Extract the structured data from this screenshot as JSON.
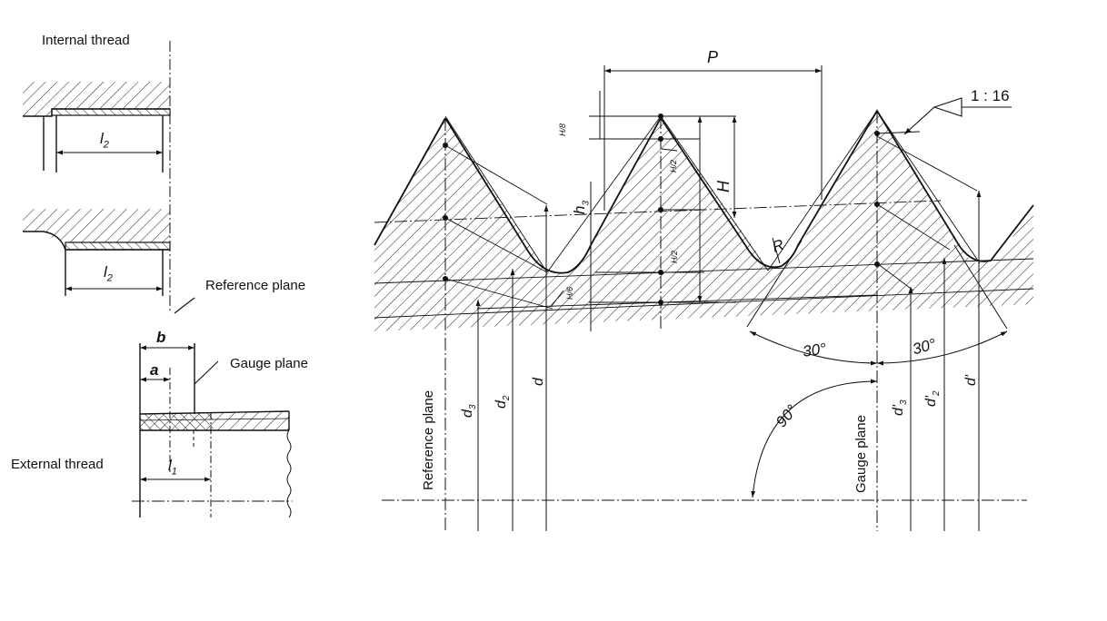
{
  "left": {
    "internal_thread": "Internal thread",
    "external_thread": "External thread",
    "reference_plane": "Reference plane",
    "gauge_plane": "Gauge plane",
    "l2_top": "l",
    "l2_top_sub": "2",
    "l2_bottom": "l",
    "l2_bottom_sub": "2",
    "b": "b",
    "a": "a",
    "l1": "l",
    "l1_sub": "1"
  },
  "profile": {
    "P": "P",
    "taper": "1 : 16",
    "H": "H",
    "H_over_8_num": "H",
    "H_over_8_den": "8",
    "H_over_2_top_num": "H",
    "H_over_2_top_den": "2",
    "H_over_2_num": "H",
    "H_over_2_den": "2",
    "H_over_6_num": "H",
    "H_over_6_den": "6",
    "h3": "h",
    "h3_sub": "3",
    "R": "R",
    "angle_30_left": "30°",
    "angle_30_right": "30°",
    "angle_90": "90°",
    "reference_plane": "Reference plane",
    "gauge_plane": "Gauge plane",
    "d3": "d",
    "d3_sub": "3",
    "d2": "d",
    "d2_sub": "2",
    "d": "d",
    "d3p": "d'",
    "d3p_sub": "3",
    "d2p": "d'",
    "d2p_sub": "2",
    "dp": "d'"
  }
}
